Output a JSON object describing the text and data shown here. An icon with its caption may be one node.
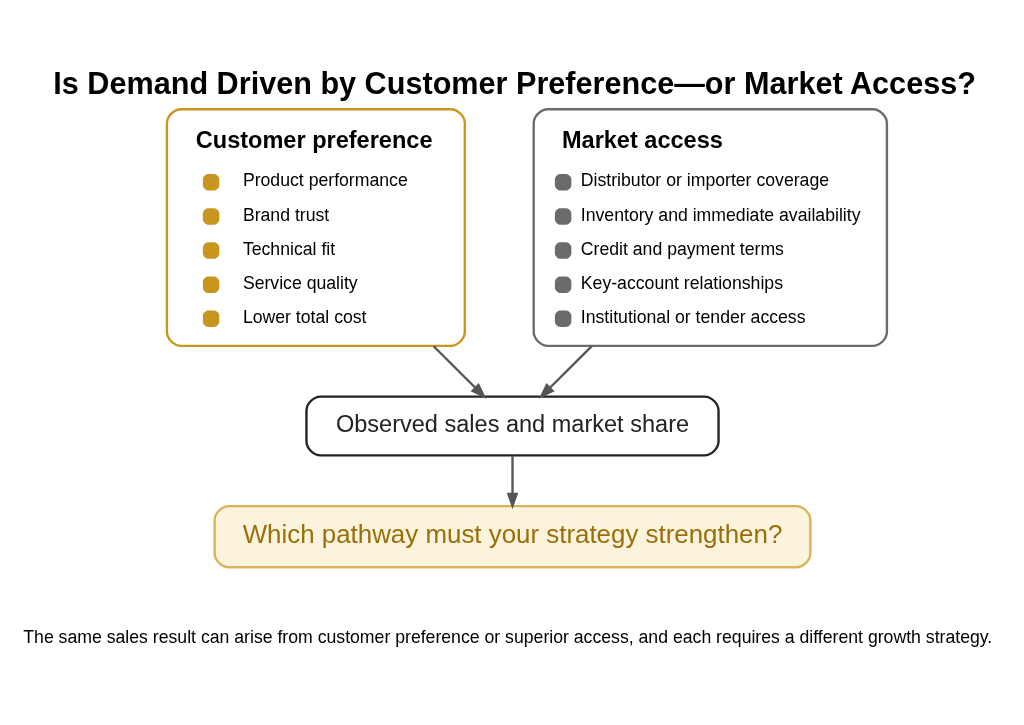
{
  "diagram": {
    "title": "Is Demand Driven by Customer Preference—or Market Access?",
    "nodes": [
      {
        "text": [
          "Customer preference",
          "Product performance",
          "Brand trust",
          "Technical fit",
          "Service quality",
          "Lower total cost"
        ]
      },
      {
        "text": [
          "Market access",
          "Distributor or importer coverage",
          "Inventory and immediate availability",
          "Credit and payment terms",
          "Key-account relationships",
          "Institutional or tender access"
        ]
      },
      {
        "text": [
          "Observed sales and market share"
        ]
      },
      {
        "text": [
          "Which pathway must your strategy strengthen?"
        ]
      }
    ],
    "edges": [
      {
        "from": 0,
        "to": 2,
        "arrow": "to"
      },
      {
        "from": 1,
        "to": 2,
        "arrow": "to"
      },
      {
        "from": 2,
        "to": 3,
        "arrow": "to"
      }
    ],
    "labels": [
      "The same sales result can arise from customer preference or superior access, and each requires a different growth strategy."
    ]
  }
}
